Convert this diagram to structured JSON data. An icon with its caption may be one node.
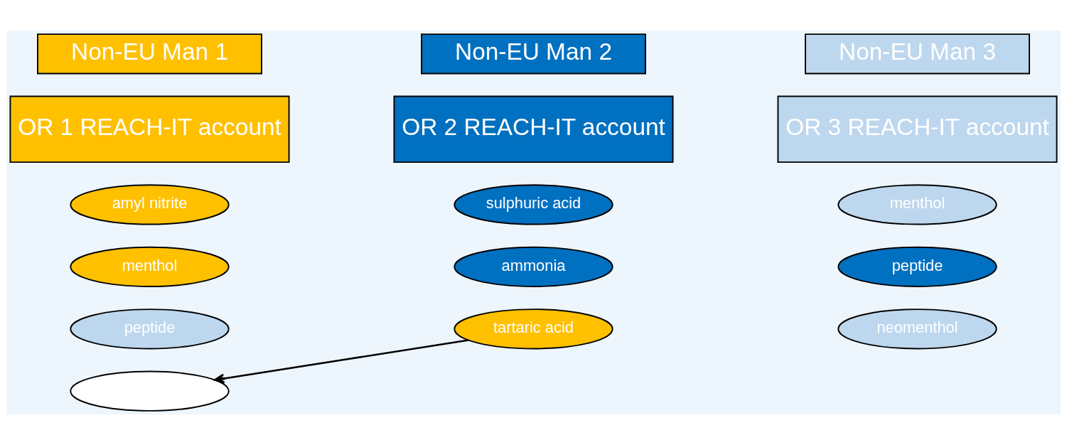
{
  "diagram": {
    "nodes": [
      {
        "text": [
          "Non-EU Man 1"
        ]
      },
      {
        "text": [
          "OR 1 REACH-IT account"
        ]
      },
      {
        "text": [
          "amyl nitrite"
        ]
      },
      {
        "text": [
          "menthol"
        ]
      },
      {
        "text": [
          "peptide"
        ]
      },
      {
        "text": [],
        "shape": "ellipse"
      },
      {
        "text": [
          "Non-EU Man 2"
        ]
      },
      {
        "text": [
          "OR 2 REACH-IT account"
        ]
      },
      {
        "text": [
          "sulphuric acid"
        ]
      },
      {
        "text": [
          "ammonia"
        ]
      },
      {
        "text": [
          "tartaric acid"
        ]
      },
      {
        "text": [
          "Non-EU Man 3"
        ]
      },
      {
        "text": [
          "OR 3 REACH-IT account"
        ]
      },
      {
        "text": [
          "menthol"
        ]
      },
      {
        "text": [
          "peptide"
        ]
      },
      {
        "text": [
          "neomenthol"
        ]
      }
    ],
    "edges": [
      {
        "from": 10,
        "to": 5,
        "arrow": "to"
      }
    ]
  }
}
